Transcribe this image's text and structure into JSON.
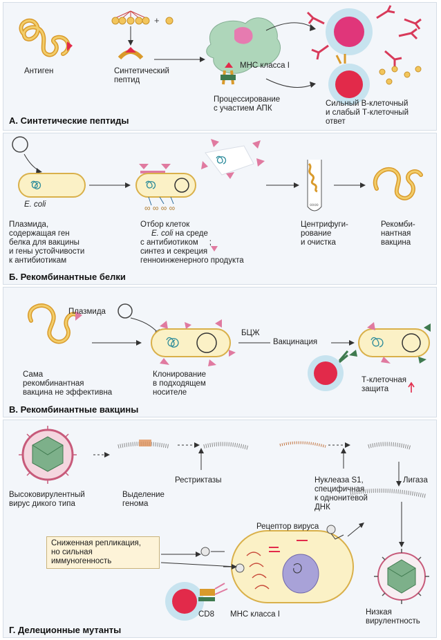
{
  "panel_a": {
    "title": "А. Синтетические пептиды",
    "antigen": "Антиген",
    "peptide": [
      "Синтетический",
      "пептид"
    ],
    "mhc": "МНС класса I",
    "processing": [
      "Процессирование",
      "с участием АПК"
    ],
    "response": [
      "Сильный В-клеточный",
      "и слабый Т-клеточный",
      "ответ"
    ]
  },
  "panel_b": {
    "title": "Б. Рекомбинантные белки",
    "ecoli": "E. coli",
    "plasmid": [
      "Плазмида,",
      "содержащая ген",
      "белка для вакцины",
      "и гены устойчивости",
      "к антибиотикам"
    ],
    "selection_1": "Отбор клеток",
    "selection_ecoli": "E. coli",
    "selection_2": "на среде",
    "selection_3": "с антибиотиком",
    "selection_4": ";",
    "selection_5": "синтез и секреция",
    "selection_6": "генноинженерного продукта",
    "centrifuge": [
      "Центрифуги-",
      "рование",
      "и очистка"
    ],
    "recomb": [
      "Рекомби-",
      "нантная",
      "вакцина"
    ]
  },
  "panel_c": {
    "title": "В. Рекомбинантные вакцины",
    "plasmid": "Плазмида",
    "bcg": "БЦЖ",
    "vaccination": "Вакцинация",
    "not_effective": [
      "Сама",
      "рекомбинантная",
      "вакцина не эффективна"
    ],
    "cloning": [
      "Клонирование",
      "в подходящем",
      "носителе"
    ],
    "tcell": [
      "Т-клеточная",
      "защита"
    ]
  },
  "panel_d": {
    "title": "Г. Делеционные мутанты",
    "virulent": [
      "Высоковирулентный",
      "вирус дикого типа"
    ],
    "genome": [
      "Выделение",
      "генома"
    ],
    "restrictases": "Рестриктазы",
    "nuclease": [
      "Нуклеаза S1,",
      "специфичная",
      "к однонитевой",
      "ДНК"
    ],
    "ligase": "Лигаза",
    "receptor": "Рецептор вируса",
    "callout": [
      "Сниженная репликация,",
      "но сильная",
      "иммуногенность"
    ],
    "cd8": "CD8",
    "mhc": "МНС класса I",
    "low": [
      "Низкая",
      "вирулентность"
    ]
  },
  "colors": {
    "panel_bg": "#f3f6fa",
    "gene_yellow": "#e8b23c",
    "cell_fill": "#fbf1c6",
    "nucleus_red": "#e22a4a",
    "antigen_pink": "#e07aa0",
    "receptor_green": "#3f7a4f",
    "dna_gray": "#8a8a8a"
  }
}
